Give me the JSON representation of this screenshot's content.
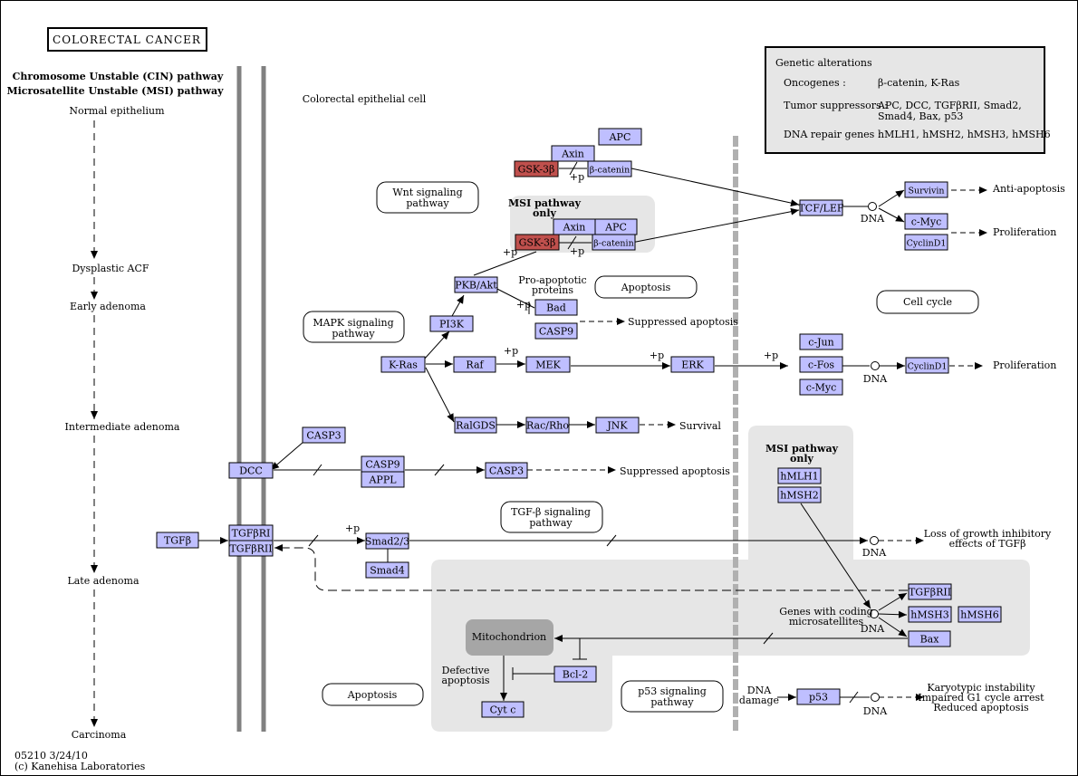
{
  "title": "COLORECTAL CANCER",
  "footer": {
    "id": "05210 3/24/10",
    "copyright": "(c) Kanehisa Laboratories"
  },
  "left_column": {
    "heading_line1": "Chromosome Unstable (CIN) pathway",
    "heading_line2": "Microsatellite Unstable (MSI) pathway",
    "stages": [
      "Normal epithelium",
      "Dysplastic ACF",
      "Early adenoma",
      "Intermediate adenoma",
      "Late adenoma",
      "Carcinoma"
    ]
  },
  "cell_label": "Colorectal epithelial cell",
  "legend": {
    "title": "Genetic alterations",
    "rows": [
      {
        "key": "Oncogenes :",
        "value1": "β-catenin, K-Ras",
        "value2": ""
      },
      {
        "key": "Tumor suppressors :",
        "value1": "APC, DCC, TGFβRII, Smad2,",
        "value2": "Smad4, Bax, p53"
      },
      {
        "key": "DNA repair genes :",
        "value1": "hMLH1, hMSH2, hMSH3, hMSH6",
        "value2": ""
      }
    ]
  },
  "msi_label_line1": "MSI pathway",
  "msi_label_line2": "only",
  "pathways": {
    "wnt": [
      "Wnt signaling",
      "pathway"
    ],
    "mapk": [
      "MAPK signaling",
      "pathway"
    ],
    "tgfb": [
      "TGF-β signaling",
      "pathway"
    ],
    "p53": [
      "p53 signaling",
      "pathway"
    ],
    "apoptosis": "Apoptosis",
    "cell_cycle": "Cell cycle"
  },
  "genes": {
    "apc_top": "APC",
    "axin_top": "Axin",
    "gsk3b_top": "GSK-3β",
    "bcat_top": "β-catenin",
    "axin_msi": "Axin",
    "apc_msi": "APC",
    "gsk3b_msi": "GSK-3β",
    "bcat_msi": "β-catenin",
    "tcflef": "TCF/LEF",
    "survivin": "Survivin",
    "cmyc1": "c-Myc",
    "cyclind1_a": "CyclinD1",
    "pkb": "PKB/Akt",
    "pi3k": "PI3K",
    "bad": "Bad",
    "casp9_a": "CASP9",
    "kras": "K-Ras",
    "raf": "Raf",
    "mek": "MEK",
    "erk": "ERK",
    "cjun": "c-Jun",
    "cfos": "c-Fos",
    "cmyc2": "c-Myc",
    "cyclind1_b": "CyclinD1",
    "ralgds": "RalGDS",
    "racrho": "Rac/Rho",
    "jnk": "JNK",
    "casp3_a": "CASP3",
    "dcc": "DCC",
    "casp9_b": "CASP9",
    "appl": "APPL",
    "casp3_b": "CASP3",
    "tgfb": "TGFβ",
    "tgfbr1": "TGFβRI",
    "tgfbr2": "TGFβRII",
    "smad23": "Smad2/3",
    "smad4": "Smad4",
    "hmlh1": "hMLH1",
    "hmsh2": "hMSH2",
    "tgfbr2_b": "TGFβRII",
    "hmsh3": "hMSH3",
    "hmsh6": "hMSH6",
    "bax": "Bax",
    "bcl2": "Bcl-2",
    "cytc": "Cyt c",
    "p53": "p53"
  },
  "labels": {
    "anti_apoptosis": "Anti-apoptosis",
    "proliferation1": "Proliferation",
    "proliferation2": "Proliferation",
    "pro_apoptotic1": "Pro-apoptotic",
    "pro_apoptotic2": "proteins",
    "suppressed_apoptosis1": "Suppressed apoptosis",
    "suppressed_apoptosis2": "Suppressed apoptosis",
    "survival": "Survival",
    "loss_growth1": "Loss of growth inhibitory",
    "loss_growth2": "effects of TGFβ",
    "genes_coding1": "Genes with coding",
    "genes_coding2": "microsatellites",
    "mitochondrion": "Mitochondrion",
    "defective1": "Defective",
    "defective2": "apoptosis",
    "dna_damage1": "DNA",
    "dna_damage2": "damage",
    "karyo1": "Karyotypic instability",
    "karyo2": "Impaired G1 cycle arrest",
    "karyo3": "Reduced apoptosis",
    "dna": "DNA",
    "plus_p": "+p"
  },
  "colors": {
    "gene_fill": "#bfbfff",
    "mutated_fill": "#c0504d",
    "gray_region": "#e6e6e6",
    "membrane": "#808080",
    "alt_text": "#ff0000"
  }
}
